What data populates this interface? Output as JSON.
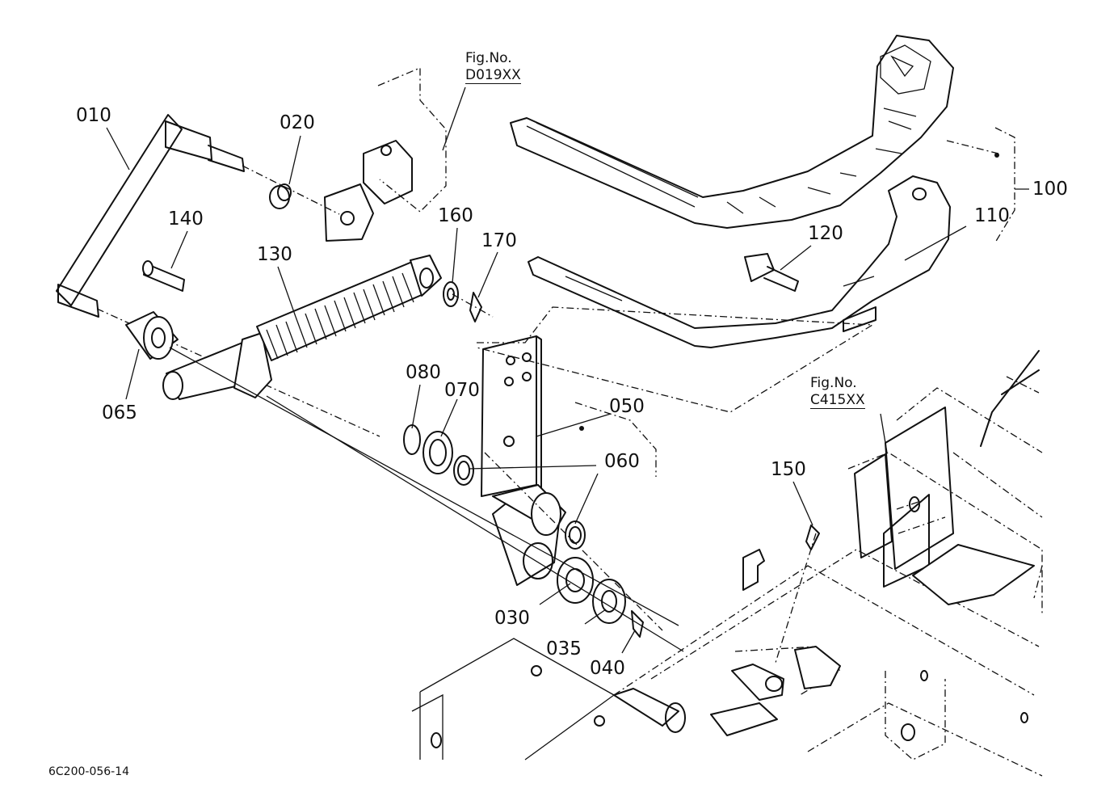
{
  "diagram_code": "6C200-056-14",
  "figure_refs": [
    {
      "line1": "Fig.No.",
      "line2": "D019XX"
    },
    {
      "line1": "Fig.No.",
      "line2": "C415XX"
    }
  ],
  "callouts": [
    "010",
    "020",
    "140",
    "130",
    "160",
    "170",
    "065",
    "080",
    "070",
    "050",
    "060",
    "150",
    "030",
    "035",
    "040",
    "120",
    "110",
    "100"
  ]
}
